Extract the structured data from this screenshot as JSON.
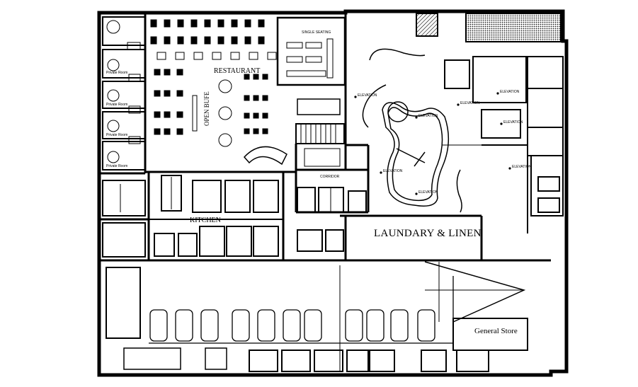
{
  "labels": {
    "restaurant": "RESTAURANT",
    "open_bufe": "OPEN BUFE",
    "single_seating": "SINGLE SEATING",
    "kitchen": "KITCHEN",
    "corridor": "CORRIDOR",
    "laundary": "LAUNDARY & LINEN",
    "general_store": "General Store",
    "elevation": "ELEVATION",
    "private_room": "Private Room"
  },
  "colors": {
    "line": "#000000",
    "background": "#ffffff",
    "hatch": "#555555"
  }
}
